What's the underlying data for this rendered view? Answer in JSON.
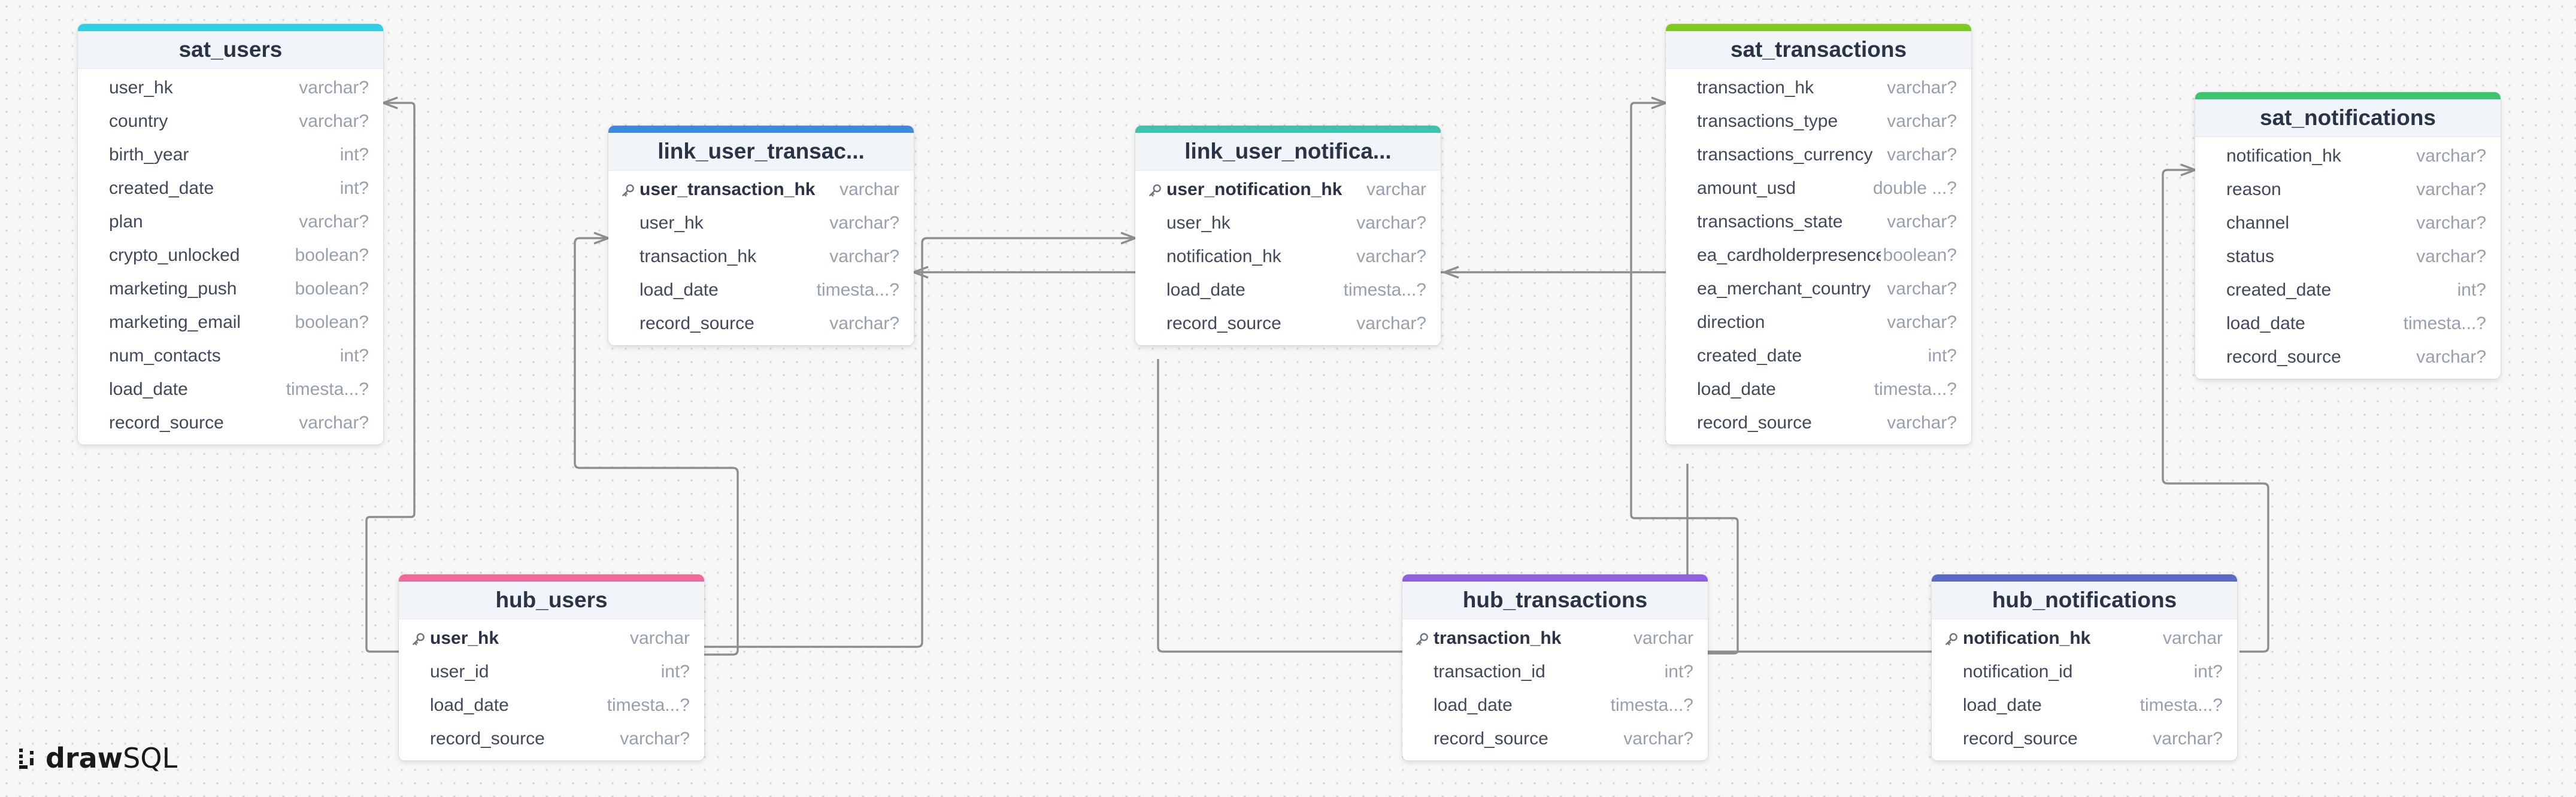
{
  "brand": {
    "bold": "draw",
    "light": "SQL",
    "logo": "drawsql-logo-icon"
  },
  "tables": [
    {
      "id": "sat_users",
      "name": "sat_users",
      "accent": "#2fd0e6",
      "fields": [
        {
          "name": "user_hk",
          "type": "varchar?",
          "pk": false
        },
        {
          "name": "country",
          "type": "varchar?",
          "pk": false
        },
        {
          "name": "birth_year",
          "type": "int?",
          "pk": false
        },
        {
          "name": "created_date",
          "type": "int?",
          "pk": false
        },
        {
          "name": "plan",
          "type": "varchar?",
          "pk": false
        },
        {
          "name": "crypto_unlocked",
          "type": "boolean?",
          "pk": false
        },
        {
          "name": "marketing_push",
          "type": "boolean?",
          "pk": false
        },
        {
          "name": "marketing_email",
          "type": "boolean?",
          "pk": false
        },
        {
          "name": "num_contacts",
          "type": "int?",
          "pk": false
        },
        {
          "name": "load_date",
          "type": "timesta...?",
          "pk": false
        },
        {
          "name": "record_source",
          "type": "varchar?",
          "pk": false
        }
      ]
    },
    {
      "id": "link_user_transactions",
      "name": "link_user_transac...",
      "accent": "#3b8ae0",
      "fields": [
        {
          "name": "user_transaction_hk",
          "type": "varchar",
          "pk": true
        },
        {
          "name": "user_hk",
          "type": "varchar?",
          "pk": false
        },
        {
          "name": "transaction_hk",
          "type": "varchar?",
          "pk": false
        },
        {
          "name": "load_date",
          "type": "timesta...?",
          "pk": false
        },
        {
          "name": "record_source",
          "type": "varchar?",
          "pk": false
        }
      ]
    },
    {
      "id": "link_user_notifications",
      "name": "link_user_notifica...",
      "accent": "#3fc1b0",
      "fields": [
        {
          "name": "user_notification_hk",
          "type": "varchar",
          "pk": true
        },
        {
          "name": "user_hk",
          "type": "varchar?",
          "pk": false
        },
        {
          "name": "notification_hk",
          "type": "varchar?",
          "pk": false
        },
        {
          "name": "load_date",
          "type": "timesta...?",
          "pk": false
        },
        {
          "name": "record_source",
          "type": "varchar?",
          "pk": false
        }
      ]
    },
    {
      "id": "sat_transactions",
      "name": "sat_transactions",
      "accent": "#7ecb20",
      "fields": [
        {
          "name": "transaction_hk",
          "type": "varchar?",
          "pk": false
        },
        {
          "name": "transactions_type",
          "type": "varchar?",
          "pk": false
        },
        {
          "name": "transactions_currency",
          "type": "varchar?",
          "pk": false
        },
        {
          "name": "amount_usd",
          "type": "double ...?",
          "pk": false
        },
        {
          "name": "transactions_state",
          "type": "varchar?",
          "pk": false
        },
        {
          "name": "ea_cardholderpresence",
          "type": "boolean?",
          "pk": false
        },
        {
          "name": "ea_merchant_country",
          "type": "varchar?",
          "pk": false
        },
        {
          "name": "direction",
          "type": "varchar?",
          "pk": false
        },
        {
          "name": "created_date",
          "type": "int?",
          "pk": false
        },
        {
          "name": "load_date",
          "type": "timesta...?",
          "pk": false
        },
        {
          "name": "record_source",
          "type": "varchar?",
          "pk": false
        }
      ]
    },
    {
      "id": "sat_notifications",
      "name": "sat_notifications",
      "accent": "#3dc46e",
      "fields": [
        {
          "name": "notification_hk",
          "type": "varchar?",
          "pk": false
        },
        {
          "name": "reason",
          "type": "varchar?",
          "pk": false
        },
        {
          "name": "channel",
          "type": "varchar?",
          "pk": false
        },
        {
          "name": "status",
          "type": "varchar?",
          "pk": false
        },
        {
          "name": "created_date",
          "type": "int?",
          "pk": false
        },
        {
          "name": "load_date",
          "type": "timesta...?",
          "pk": false
        },
        {
          "name": "record_source",
          "type": "varchar?",
          "pk": false
        }
      ]
    },
    {
      "id": "hub_users",
      "name": "hub_users",
      "accent": "#ee6a97",
      "fields": [
        {
          "name": "user_hk",
          "type": "varchar",
          "pk": true
        },
        {
          "name": "user_id",
          "type": "int?",
          "pk": false
        },
        {
          "name": "load_date",
          "type": "timesta...?",
          "pk": false
        },
        {
          "name": "record_source",
          "type": "varchar?",
          "pk": false
        }
      ]
    },
    {
      "id": "hub_transactions",
      "name": "hub_transactions",
      "accent": "#9160e0",
      "fields": [
        {
          "name": "transaction_hk",
          "type": "varchar",
          "pk": true
        },
        {
          "name": "transaction_id",
          "type": "int?",
          "pk": false
        },
        {
          "name": "load_date",
          "type": "timesta...?",
          "pk": false
        },
        {
          "name": "record_source",
          "type": "varchar?",
          "pk": false
        }
      ]
    },
    {
      "id": "hub_notifications",
      "name": "hub_notifications",
      "accent": "#5b6bc4",
      "fields": [
        {
          "name": "notification_hk",
          "type": "varchar",
          "pk": true
        },
        {
          "name": "notification_id",
          "type": "int?",
          "pk": false
        },
        {
          "name": "load_date",
          "type": "timesta...?",
          "pk": false
        },
        {
          "name": "record_source",
          "type": "varchar?",
          "pk": false
        }
      ]
    }
  ],
  "relationships": [
    {
      "from": "hub_users.user_hk",
      "to": "sat_users.user_hk",
      "cardinality": "one-to-many"
    },
    {
      "from": "hub_users.user_hk",
      "to": "link_user_transactions.user_hk",
      "cardinality": "one-to-many"
    },
    {
      "from": "hub_users.user_hk",
      "to": "link_user_notifications.user_hk",
      "cardinality": "one-to-many"
    },
    {
      "from": "sat_transactions.transaction_hk",
      "to": "link_user_transactions.transaction_hk",
      "cardinality": "one-to-many"
    },
    {
      "from": "sat_transactions.transaction_hk",
      "to": "link_user_notifications.notification_hk",
      "cardinality": "one-to-many"
    },
    {
      "from": "hub_transactions.transaction_hk",
      "to": "sat_transactions.transaction_hk",
      "cardinality": "one-to-many"
    },
    {
      "from": "hub_notifications.notification_hk",
      "to": "sat_notifications.notification_hk",
      "cardinality": "one-to-many"
    },
    {
      "from": "hub_notifications.notification_hk",
      "to": "link_user_notifications.user_notification_hk",
      "cardinality": "one-to-many"
    }
  ]
}
